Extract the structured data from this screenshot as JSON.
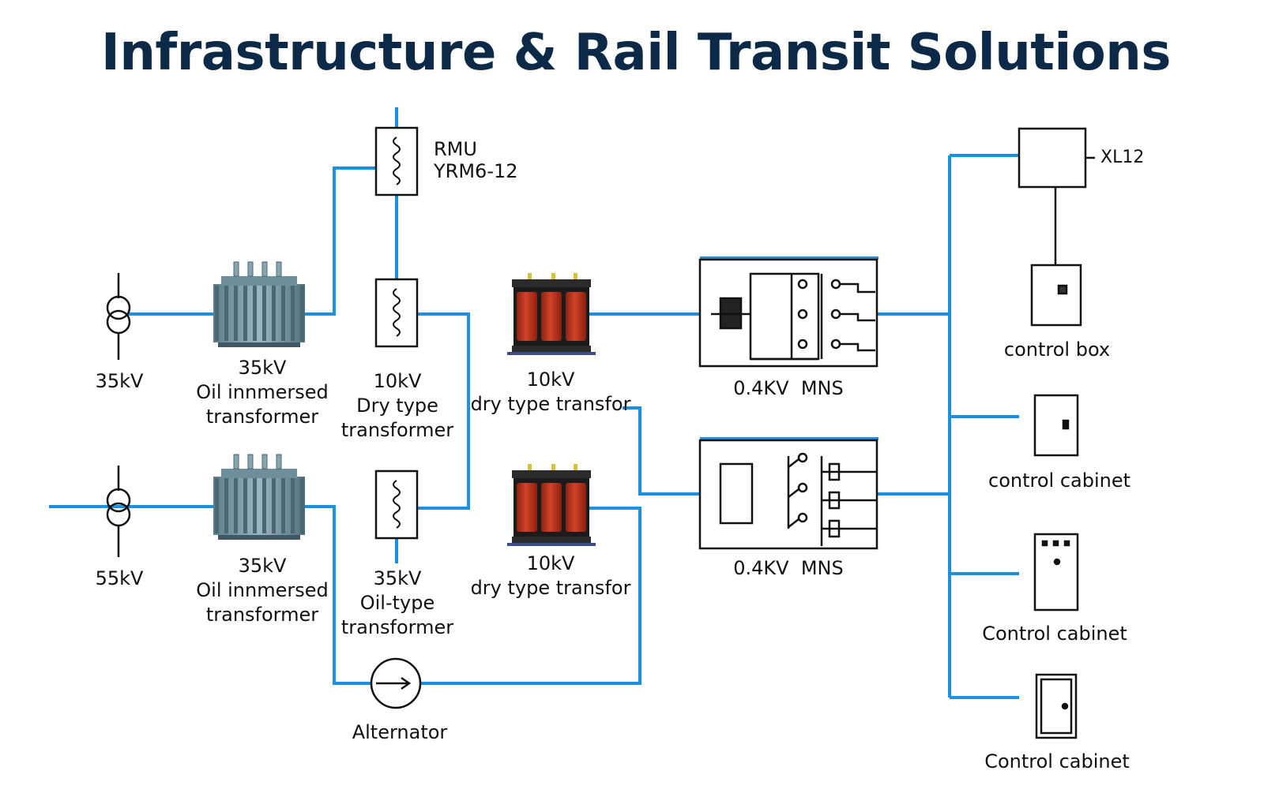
{
  "title": "Infrastructure & Rail Transit Solutions",
  "colors": {
    "title": "#0c2a48",
    "line": "#1e90e0",
    "symbol": "#111111",
    "dry_transformer": "#c8321e",
    "oil_transformer": "#7a98a8"
  },
  "sources": {
    "top": {
      "voltage": "35kV"
    },
    "bottom": {
      "voltage": "55kV"
    }
  },
  "oil_transformers": {
    "top": {
      "line1": "35kV",
      "line2": "Oil innmersed",
      "line3": "transformer"
    },
    "bottom": {
      "line1": "35kV",
      "line2": "Oil innmersed",
      "line3": "transformer"
    }
  },
  "rmu": {
    "line1": "RMU",
    "line2": "YRM6-12"
  },
  "mid_transformers": {
    "top": {
      "line1": "10kV",
      "line2": "Dry type",
      "line3": "transformer"
    },
    "bottom": {
      "line1": "35kV",
      "line2": "Oil-type",
      "line3": "transformer"
    }
  },
  "dry_transformers": {
    "top": {
      "line1": "10kV",
      "line2": "dry type transfor"
    },
    "bottom": {
      "line1": "10kV",
      "line2": "dry type transfor"
    }
  },
  "switchgear": {
    "top": {
      "label": "0.4KV  MNS"
    },
    "bottom": {
      "label": "0.4KV  MNS"
    }
  },
  "alternator": {
    "label": "Alternator"
  },
  "loads": {
    "xl12": {
      "label": "XL12"
    },
    "control_box": {
      "label": "control box"
    },
    "control_cabinet_1": {
      "label": "control cabinet"
    },
    "control_cabinet_2": {
      "label": "Control cabinet"
    },
    "control_cabinet_3": {
      "label": "Control cabinet"
    }
  }
}
